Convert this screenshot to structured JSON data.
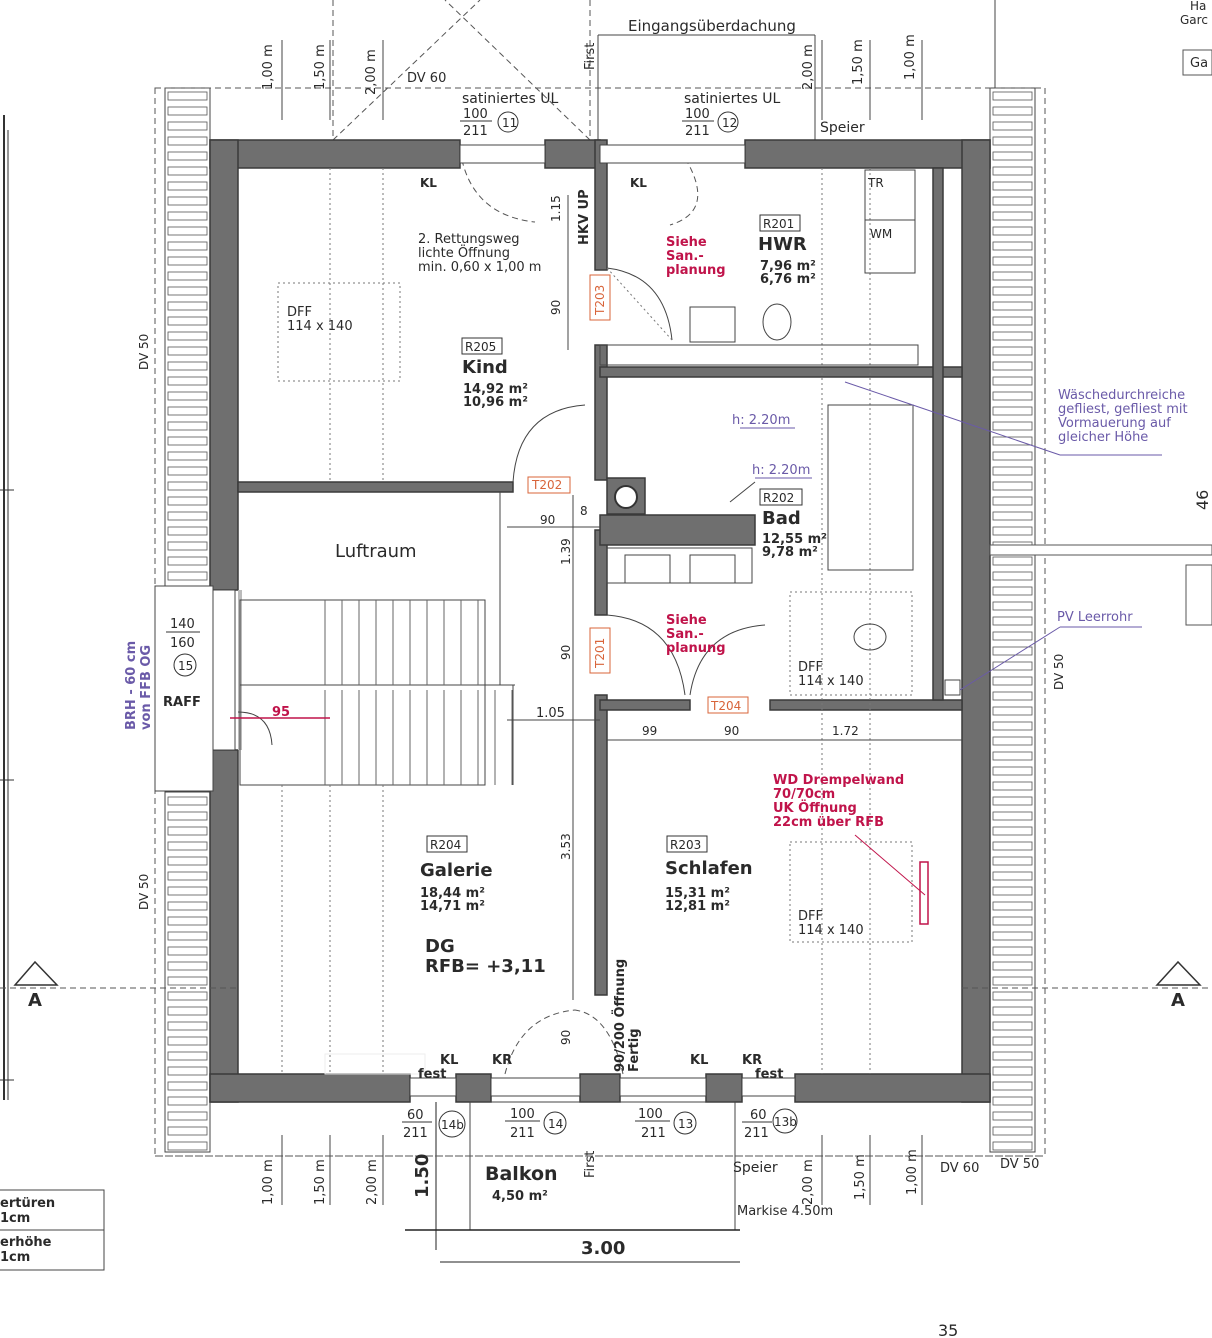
{
  "top_labels": {
    "eingang": "Eingangsüberdachung",
    "dv60_top": "DV 60",
    "first_top": "First",
    "speier_top": "Speier",
    "partial_right_1": "Ha",
    "partial_right_2": "Garc",
    "partial_right_box": "Ga",
    "dims_top": [
      "1,00 m",
      "1,50 m",
      "2,00 m",
      "2,00 m",
      "1,50 m",
      "1,00 m"
    ]
  },
  "windows_top": [
    {
      "title": "satiniertes UL",
      "w": "100",
      "h": "211",
      "num": "11"
    },
    {
      "title": "satiniertes UL",
      "w": "100",
      "h": "211",
      "num": "12"
    }
  ],
  "rooms": {
    "kind": {
      "code": "R205",
      "name": "Kind",
      "area1": "14,92 m²",
      "area2": "10,96 m²"
    },
    "hwr": {
      "code": "R201",
      "name": "HWR",
      "area1": "7,96 m²",
      "area2": "6,76 m²"
    },
    "bad": {
      "code": "R202",
      "name": "Bad",
      "area1": "12,55 m²",
      "area2": "9,78 m²"
    },
    "galerie": {
      "code": "R204",
      "name": "Galerie",
      "area1": "18,44 m²",
      "area2": "14,71 m²"
    },
    "schlafen": {
      "code": "R203",
      "name": "Schlafen",
      "area1": "15,31 m²",
      "area2": "12,81 m²"
    },
    "luftraum": "Luftraum",
    "balkon": {
      "name": "Balkon",
      "area": "4,50 m²"
    }
  },
  "level": {
    "dg": "DG",
    "rfb": "RFB= +3,11"
  },
  "doors": [
    "T203",
    "T202",
    "T201",
    "T204"
  ],
  "annotations": {
    "kl": "KL",
    "kr": "KR",
    "fest": "fest",
    "rettung": [
      "2. Rettungsweg",
      "lichte Öffnung",
      "min. 0,60 x 1,00 m"
    ],
    "hkv": "HKV UP",
    "tr": "TR",
    "wm": "WM",
    "siehe": [
      "Siehe",
      "San.-",
      "planung"
    ],
    "dff": "DFF",
    "dff_size": "114 x 140",
    "h220": "h: 2.20m",
    "waesche": [
      "Wäschedurchreiche",
      "gefliest, gefliest mit",
      "Vormauerung auf",
      "gleicher Höhe"
    ],
    "pv": "PV Leerrohr",
    "wd": [
      "WD Drempelwand",
      "70/70cm",
      "UK Öffnung",
      "22cm über RFB"
    ],
    "oeffnung": [
      "90/200 Öffnung",
      "Fertig"
    ],
    "raff": "RAFF",
    "brh": [
      "BRH - 60 cm",
      "von FFB OG"
    ],
    "dv50": "DV 50",
    "dv60": "DV 60",
    "a": "A",
    "forty_six": "46",
    "speier": "Speier",
    "first": "First",
    "markise": "Markise 4.50m",
    "page": "35"
  },
  "window_15": {
    "w": "140",
    "h": "160",
    "num": "15"
  },
  "windows_bottom": [
    {
      "w": "60",
      "h": "211",
      "num": "14b"
    },
    {
      "w": "100",
      "h": "211",
      "num": "14"
    },
    {
      "w": "100",
      "h": "211",
      "num": "13"
    },
    {
      "w": "60",
      "h": "211",
      "num": "13b"
    }
  ],
  "dims": {
    "d115": "1.15",
    "d90": "90",
    "d8": "8",
    "d139": "1.39",
    "d95": "95",
    "d105": "1.05",
    "d353": "3.53",
    "d99": "99",
    "d172": "1.72",
    "d150": "1.50",
    "d300": "3.00"
  },
  "dims_bottom": [
    "1,00 m",
    "1,50 m",
    "2,00 m",
    "2,00 m",
    "1,50 m",
    "1,00 m"
  ],
  "legend": {
    "l1": [
      "ertüren",
      "1cm"
    ],
    "l2": [
      "erhöhe",
      "1cm"
    ]
  }
}
